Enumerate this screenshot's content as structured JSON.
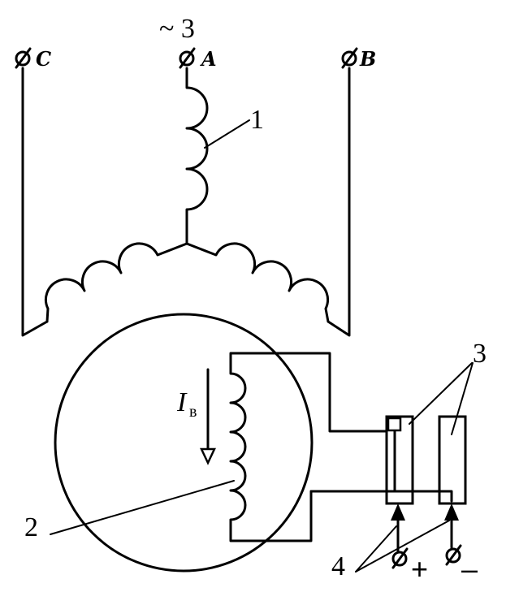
{
  "phase_marker": "~ 3",
  "terminals": {
    "a": "A",
    "b": "B",
    "c": "C"
  },
  "callouts": {
    "stator_winding": "1",
    "rotor_winding": "2",
    "slip_rings": "3",
    "brushes": "4"
  },
  "current": {
    "symbol": "I",
    "subscript": "в"
  },
  "dc_terminals": {
    "plus": "+",
    "minus": "–"
  }
}
